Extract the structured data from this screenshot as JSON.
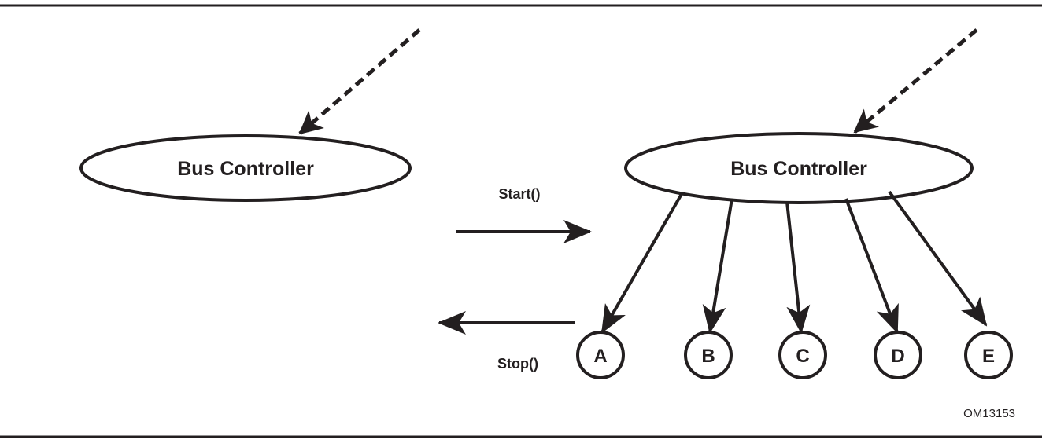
{
  "diagram": {
    "left_controller": {
      "label": "Bus Controller"
    },
    "right_controller": {
      "label": "Bus Controller"
    },
    "start_label": "Start()",
    "stop_label": "Stop()",
    "nodes": [
      {
        "label": "A"
      },
      {
        "label": "B"
      },
      {
        "label": "C"
      },
      {
        "label": "D"
      },
      {
        "label": "E"
      }
    ],
    "figure_id": "OM13153"
  },
  "colors": {
    "ink": "#231f20",
    "background": "#ffffff"
  }
}
